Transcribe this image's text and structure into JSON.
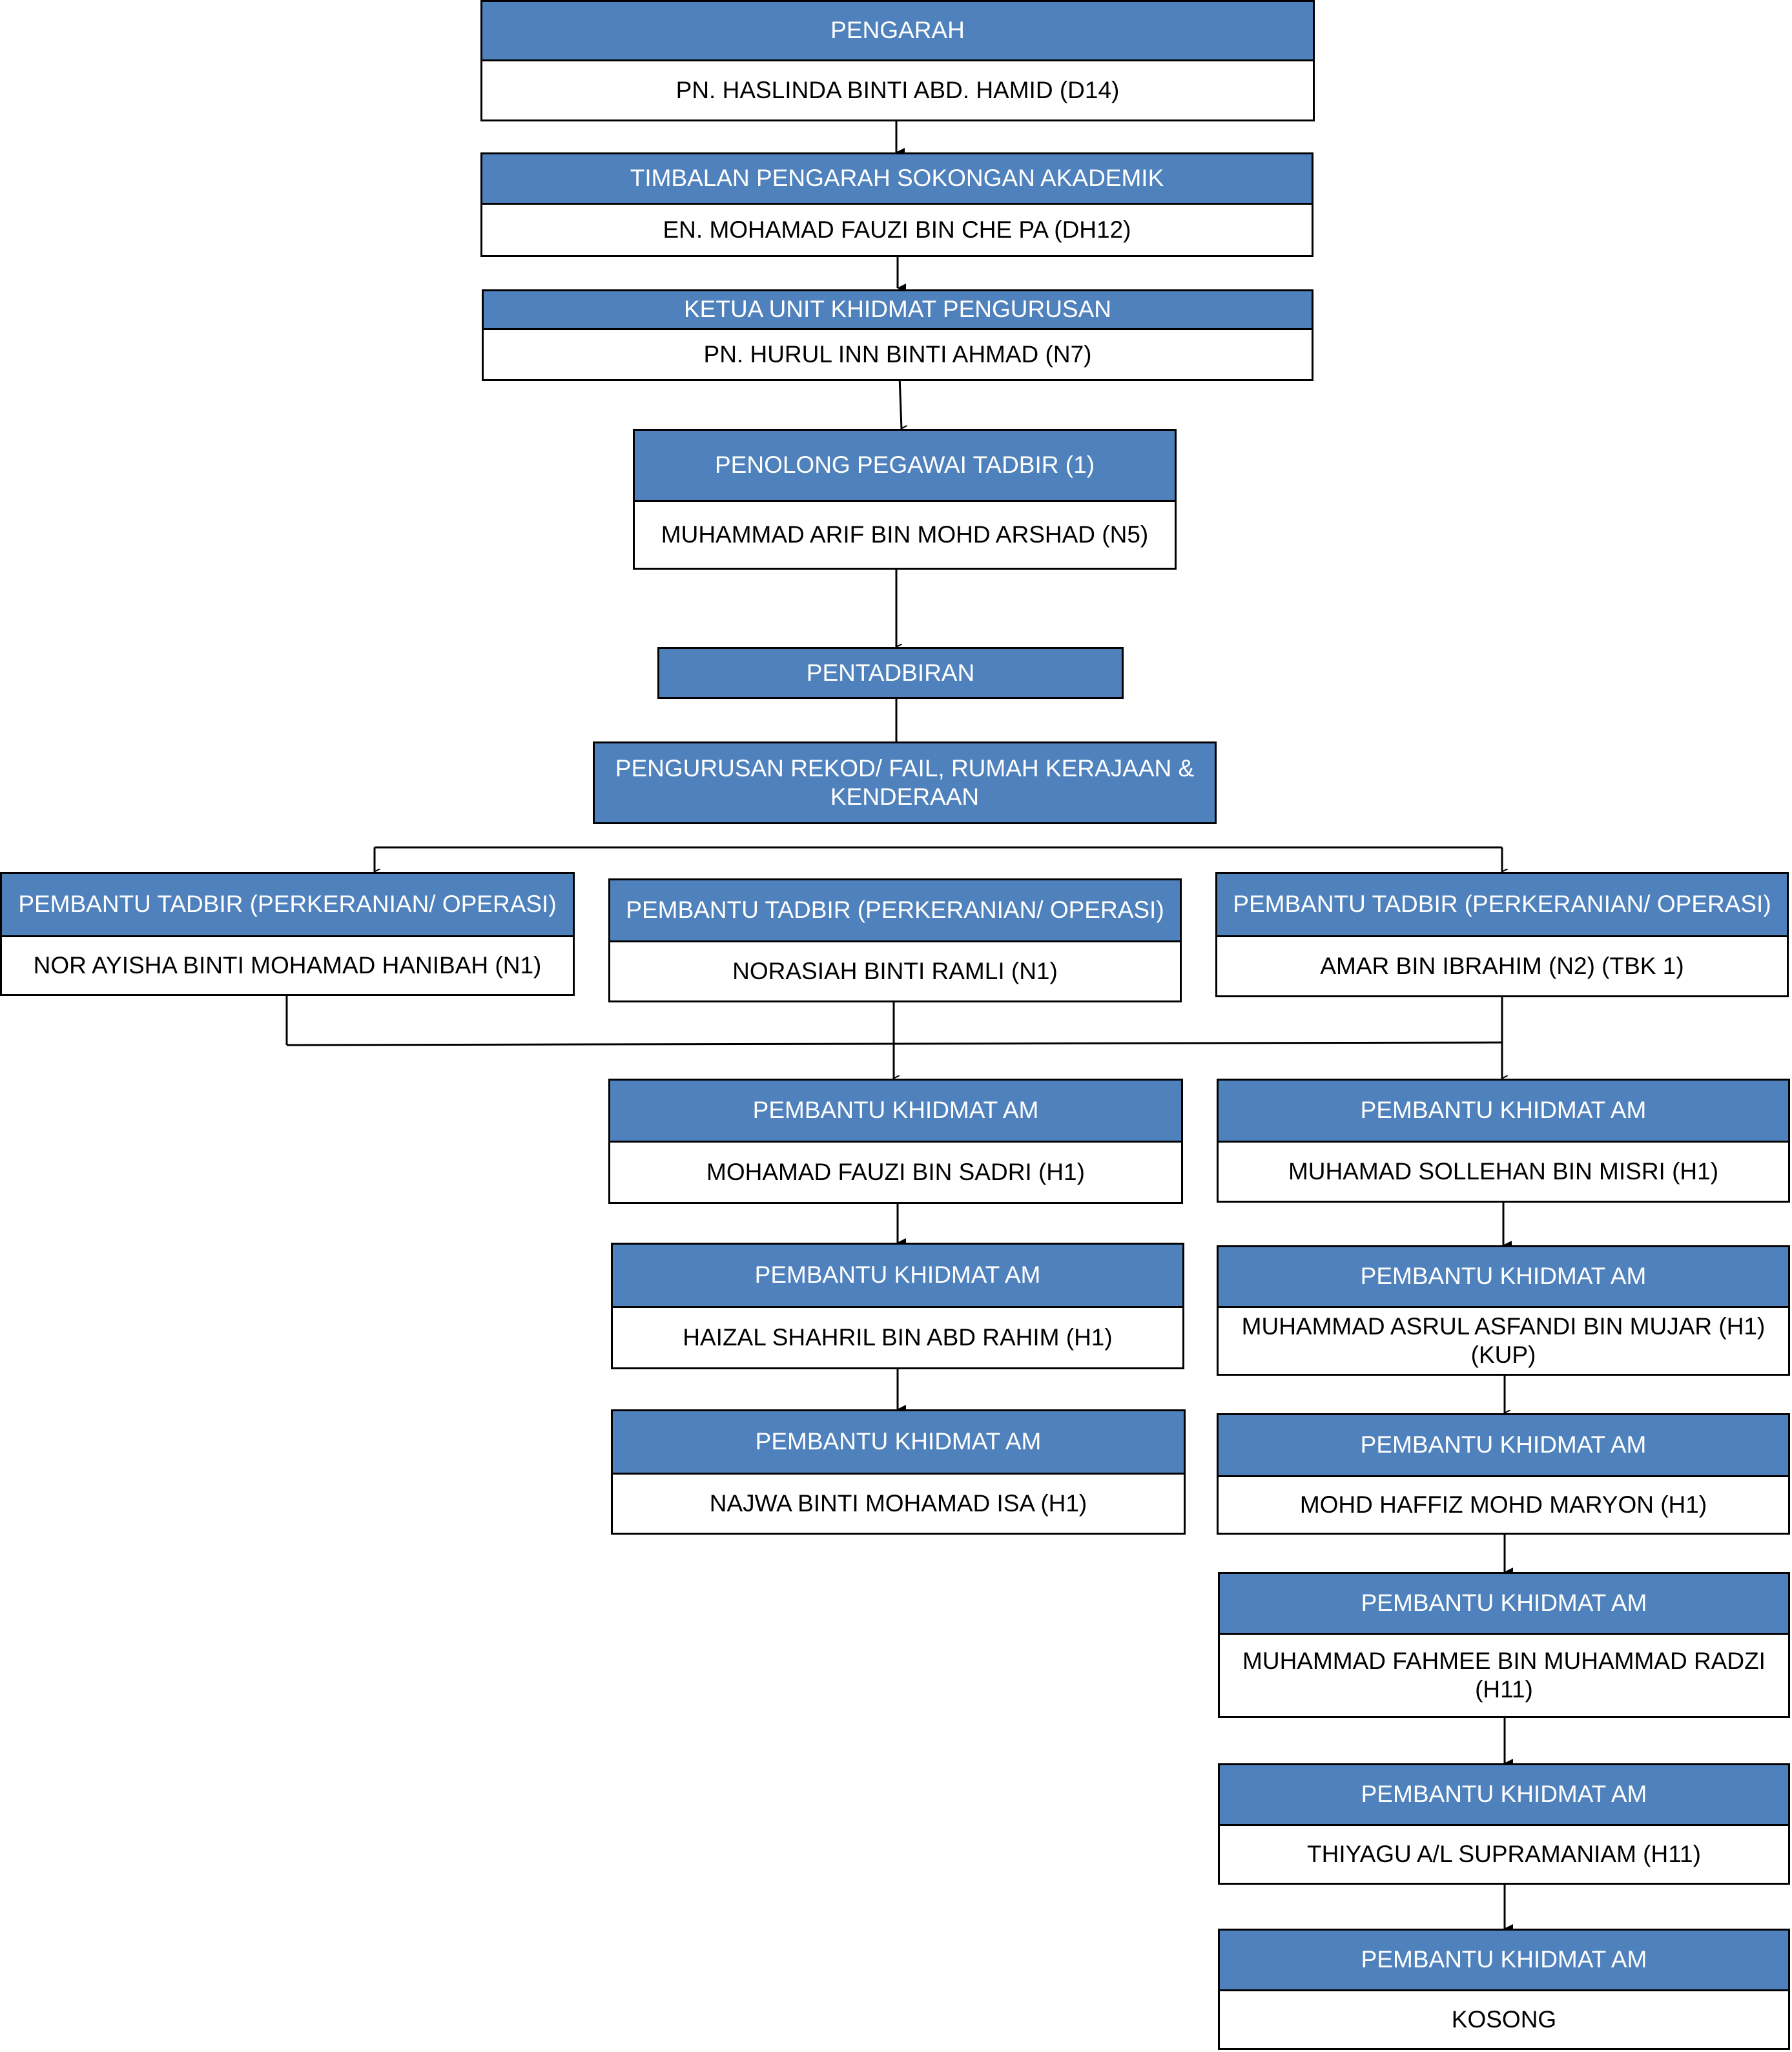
{
  "colors": {
    "header_fill": "#4f81bd",
    "body_fill": "#ffffff",
    "line": "#000000"
  },
  "nodes": {
    "pengarah": {
      "title": "PENGARAH",
      "name": "PN. HASLINDA BINTI ABD. HAMID (D14)"
    },
    "timbalan": {
      "title": "TIMBALAN PENGARAH SOKONGAN AKADEMIK",
      "name": "EN. MOHAMAD FAUZI BIN CHE PA (DH12)"
    },
    "ketua": {
      "title": "KETUA UNIT KHIDMAT PENGURUSAN",
      "name": "PN. HURUL INN BINTI AHMAD (N7)"
    },
    "ppt": {
      "title": "PENOLONG PEGAWAI TADBIR (1)",
      "name": "MUHAMMAD ARIF BIN MOHD ARSHAD (N5)"
    },
    "pentadbiran": {
      "title": "PENTADBIRAN"
    },
    "pengurusan": {
      "title": "PENGURUSAN REKOD/ FAIL, RUMAH KERAJAAN & KENDERAAN"
    },
    "pt_left": {
      "title": "PEMBANTU TADBIR (PERKERANIAN/ OPERASI)",
      "name": "NOR AYISHA BINTI MOHAMAD HANIBAH (N1)"
    },
    "pt_mid": {
      "title": "PEMBANTU TADBIR (PERKERANIAN/ OPERASI)",
      "name": "NORASIAH BINTI RAMLI (N1)"
    },
    "pt_right": {
      "title": "PEMBANTU TADBIR (PERKERANIAN/ OPERASI)",
      "name": "AMAR BIN IBRAHIM (N2) (TBK 1)"
    },
    "pka_m1": {
      "title": "PEMBANTU KHIDMAT AM",
      "name": "MOHAMAD FAUZI BIN SADRI (H1)"
    },
    "pka_m2": {
      "title": "PEMBANTU KHIDMAT AM",
      "name": "HAIZAL SHAHRIL BIN ABD RAHIM (H1)"
    },
    "pka_m3": {
      "title": "PEMBANTU KHIDMAT AM",
      "name": "NAJWA BINTI MOHAMAD ISA (H1)"
    },
    "pka_r1": {
      "title": "PEMBANTU KHIDMAT AM",
      "name": "MUHAMAD SOLLEHAN BIN MISRI (H1)"
    },
    "pka_r2": {
      "title": "PEMBANTU KHIDMAT AM",
      "name": "MUHAMMAD ASRUL ASFANDI BIN MUJAR (H1) (KUP)"
    },
    "pka_r3": {
      "title": "PEMBANTU KHIDMAT AM",
      "name": "MOHD HAFFIZ MOHD MARYON (H1)"
    },
    "pka_r4": {
      "title": "PEMBANTU KHIDMAT AM",
      "name": "MUHAMMAD FAHMEE BIN MUHAMMAD RADZI (H11)"
    },
    "pka_r5": {
      "title": "PEMBANTU KHIDMAT AM",
      "name": "THIYAGU A/L SUPRAMANIAM (H11)"
    },
    "pka_r6": {
      "title": "PEMBANTU KHIDMAT AM",
      "name": "KOSONG"
    }
  }
}
